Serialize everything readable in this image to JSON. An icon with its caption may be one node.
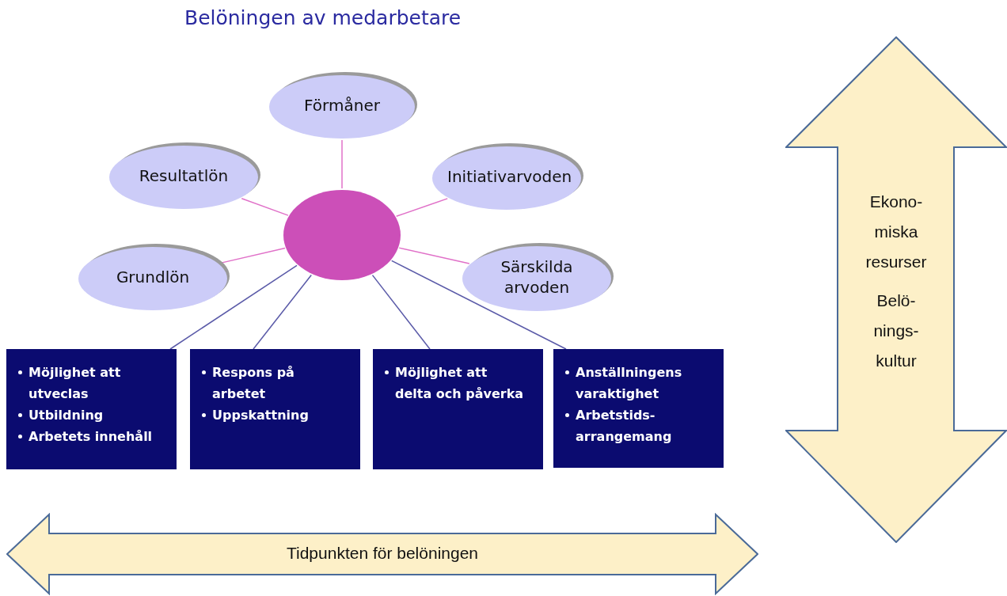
{
  "diagram": {
    "title": "Belöningen av medarbetare",
    "nodes": [
      {
        "text": [],
        "shape": "circle"
      },
      {
        "text": [
          "Förmåner"
        ]
      },
      {
        "text": [
          "Resultatlön"
        ]
      },
      {
        "text": [
          "Initiativarvoden"
        ]
      },
      {
        "text": [
          "Grundlön"
        ]
      },
      {
        "text": [
          "Särskilda arvoden"
        ]
      },
      {
        "text": [
          "Möjlighet att utveclas",
          "Utbildning",
          "Arbetets innehåll"
        ]
      },
      {
        "text": [
          "Respons på arbetet",
          "Uppskattning"
        ]
      },
      {
        "text": [
          "Möjlighet att delta och påverka"
        ]
      },
      {
        "text": [
          "Anställningens varaktighet",
          "Arbetstids-arrangemang"
        ]
      },
      {
        "text": [
          "Ekono-miska resurser",
          "Belö-nings-kultur"
        ]
      },
      {
        "text": [
          "Tidpunkten för belöningen"
        ]
      }
    ],
    "edges": [
      {
        "from": 0,
        "to": 1,
        "arrow": "none"
      },
      {
        "from": 0,
        "to": 2,
        "arrow": "none"
      },
      {
        "from": 0,
        "to": 3,
        "arrow": "none"
      },
      {
        "from": 0,
        "to": 4,
        "arrow": "none"
      },
      {
        "from": 0,
        "to": 5,
        "arrow": "none"
      },
      {
        "from": 0,
        "to": 6,
        "arrow": "none",
        "color": "#5a5aa8"
      },
      {
        "from": 0,
        "to": 7,
        "arrow": "none",
        "color": "#5a5aa8"
      },
      {
        "from": 0,
        "to": 8,
        "arrow": "none",
        "color": "#5a5aa8"
      },
      {
        "from": 0,
        "to": 9,
        "arrow": "none",
        "color": "#5a5aa8"
      }
    ]
  }
}
